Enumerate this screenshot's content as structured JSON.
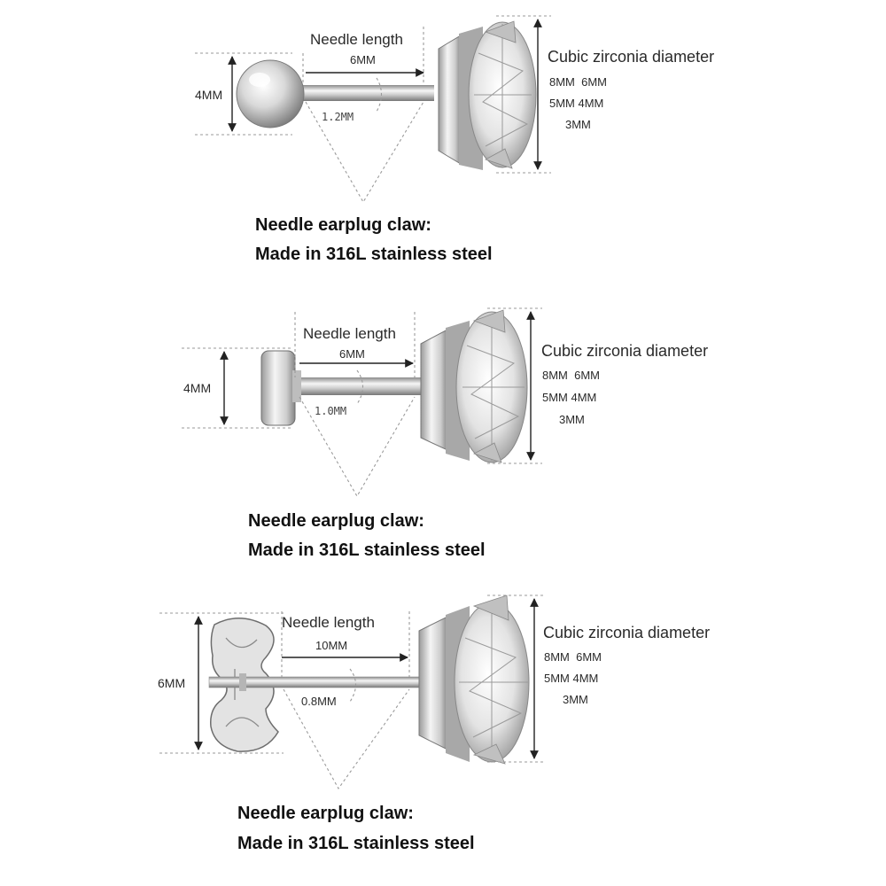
{
  "colors": {
    "steel_light": "#f4f4f4",
    "steel_mid": "#c6c6c6",
    "steel_dark": "#7a7a7a",
    "gem_light": "#ffffff",
    "gem_dark": "#8d8d8d",
    "guide_line": "#9a9a9a",
    "text": "#111111"
  },
  "panels": [
    {
      "back_type": "ball",
      "back_size_label": "4MM",
      "needle_length_title": "Needle length",
      "needle_length_value": "6MM",
      "needle_diameter": "1.2MM",
      "cz_title": "Cubic zirconia diameter",
      "cz_sizes_row1": "8MM  6MM",
      "cz_sizes_row2": "5MM 4MM",
      "cz_sizes_row3": "3MM",
      "caption_line1": "Needle earplug claw:",
      "caption_line2": "Made in 316L stainless steel"
    },
    {
      "back_type": "flat-disc",
      "back_size_label": "4MM",
      "needle_length_title": "Needle length",
      "needle_length_value": "6MM",
      "needle_diameter": "1.0MM",
      "cz_title": "Cubic zirconia diameter",
      "cz_sizes_row1": "8MM  6MM",
      "cz_sizes_row2": "5MM 4MM",
      "cz_sizes_row3": "3MM",
      "caption_line1": "Needle earplug claw:",
      "caption_line2": "Made in 316L stainless steel"
    },
    {
      "back_type": "butterfly",
      "back_size_label": "6MM",
      "needle_length_title": "Needle length",
      "needle_length_value": "10MM",
      "needle_diameter": "0.8MM",
      "cz_title": "Cubic zirconia diameter",
      "cz_sizes_row1": "8MM  6MM",
      "cz_sizes_row2": "5MM 4MM",
      "cz_sizes_row3": "3MM",
      "caption_line1": "Needle earplug claw:",
      "caption_line2": "Made in 316L stainless steel"
    }
  ]
}
